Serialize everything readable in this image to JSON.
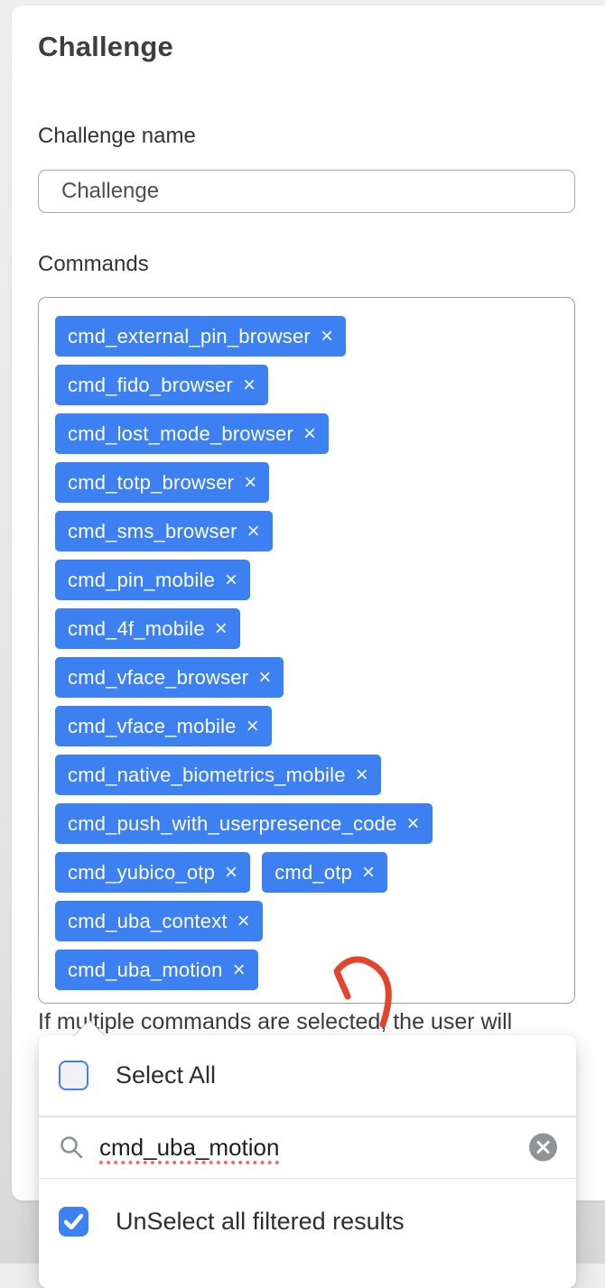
{
  "window": {
    "title": "Challenge"
  },
  "form": {
    "name_field": {
      "label": "Challenge name",
      "value": "Challenge"
    },
    "commands_field": {
      "label": "Commands",
      "remove_glyph": "×",
      "selected_rows": [
        [
          "cmd_external_pin_browser"
        ],
        [
          "cmd_fido_browser"
        ],
        [
          "cmd_lost_mode_browser"
        ],
        [
          "cmd_totp_browser"
        ],
        [
          "cmd_sms_browser"
        ],
        [
          "cmd_pin_mobile"
        ],
        [
          "cmd_4f_mobile"
        ],
        [
          "cmd_vface_browser"
        ],
        [
          "cmd_vface_mobile"
        ],
        [
          "cmd_native_biometrics_mobile"
        ],
        [
          "cmd_push_with_userpresence_code"
        ],
        [
          "cmd_yubico_otp",
          "cmd_otp"
        ],
        [
          "cmd_uba_context"
        ],
        [
          "cmd_uba_motion"
        ]
      ],
      "help_text": "If multiple commands are selected, the user will"
    }
  },
  "dropdown": {
    "select_all": {
      "label": "Select All",
      "checked": false
    },
    "search": {
      "value": "cmd_uba_motion"
    },
    "unselect_all_filtered": {
      "label": "UnSelect all filtered results",
      "checked": true
    }
  },
  "colors": {
    "chip_bg": "#3c80f1",
    "accent_blue": "#3b82f6",
    "annotation_arrow": "#e2452c",
    "page_bg": "#e9e9e9"
  }
}
